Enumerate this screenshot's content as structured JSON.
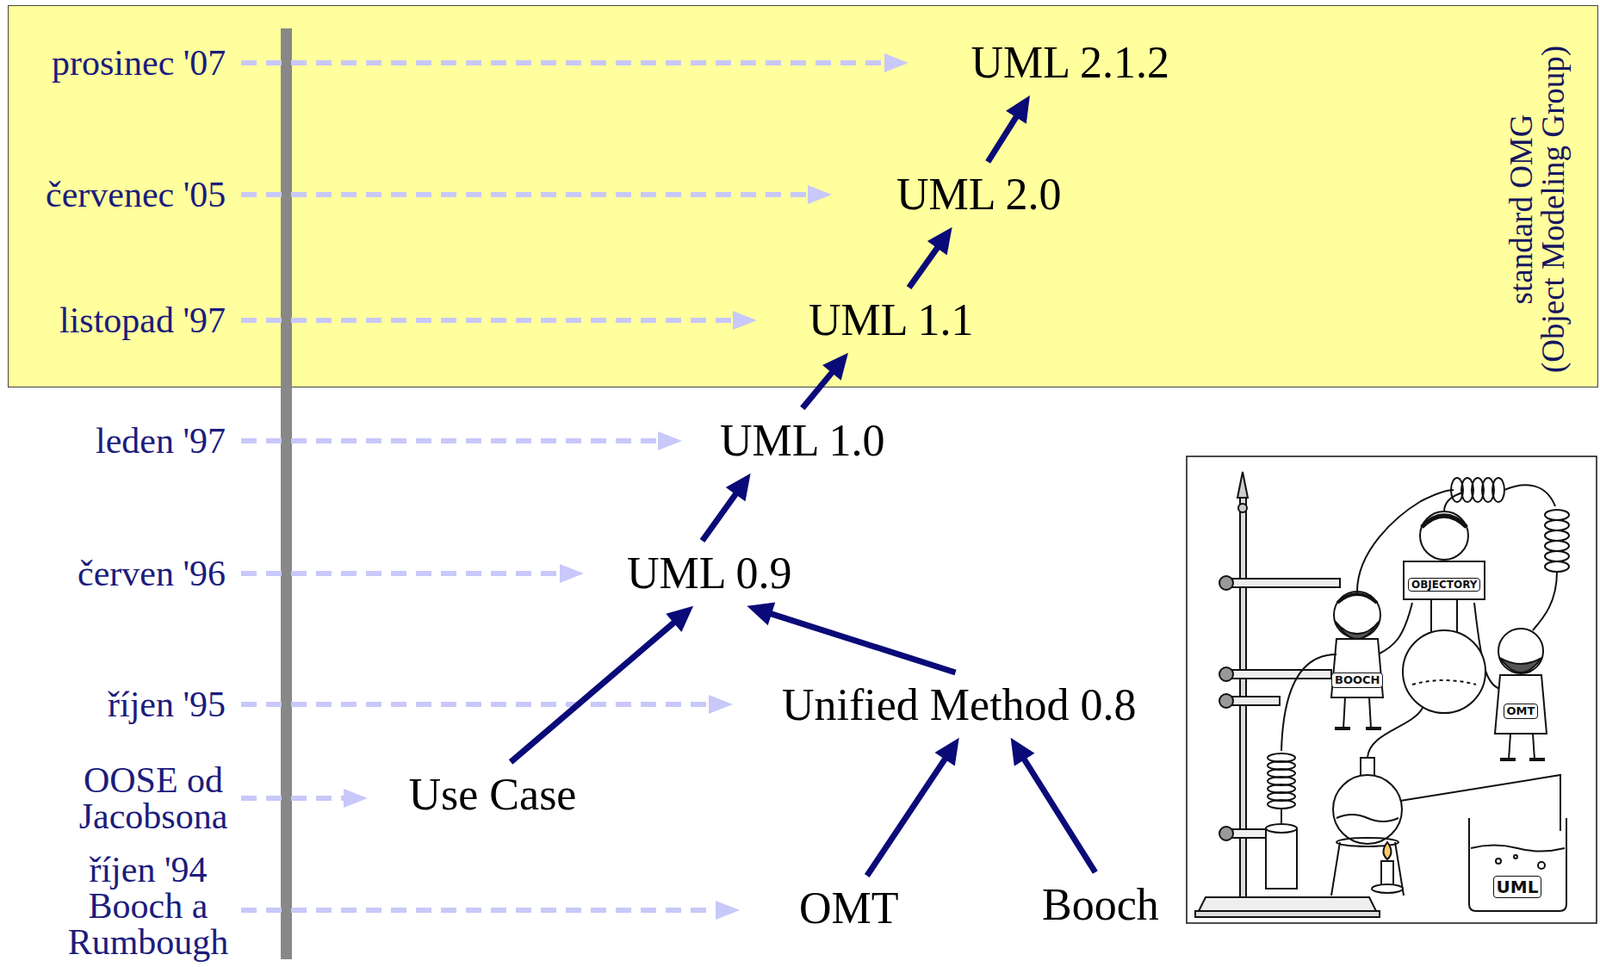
{
  "diagram": {
    "nodes": [
      {
        "text": [
          "standard OMG",
          "(Object Modeling Group)"
        ]
      },
      {
        "text": [
          "UML 2.1.2"
        ],
        "in": 0
      },
      {
        "text": [
          "UML 2.0"
        ],
        "in": 0
      },
      {
        "text": [
          "UML 1.1"
        ],
        "in": 0
      },
      {
        "text": [
          "UML 1.0"
        ]
      },
      {
        "text": [
          "UML 0.9"
        ]
      },
      {
        "text": [
          "Unified Method 0.8"
        ]
      },
      {
        "text": [
          "Use Case"
        ]
      },
      {
        "text": [
          "OMT"
        ]
      },
      {
        "text": [
          "Booch"
        ]
      }
    ],
    "edges": [
      {
        "from": 4,
        "to": 3,
        "arrow": "to"
      },
      {
        "from": 3,
        "to": 2,
        "arrow": "to"
      },
      {
        "from": 2,
        "to": 1,
        "arrow": "to"
      },
      {
        "from": 5,
        "to": 4,
        "arrow": "to"
      },
      {
        "from": 7,
        "to": 5,
        "arrow": "to"
      },
      {
        "from": 6,
        "to": 5,
        "arrow": "to"
      },
      {
        "from": 8,
        "to": 6,
        "arrow": "to"
      },
      {
        "from": 9,
        "to": 6,
        "arrow": "to"
      }
    ],
    "labels": [
      "prosinec '07",
      "červenec '05",
      "listopad '97",
      "leden '97",
      "červen '96",
      "říjen '95",
      "OOSE od Jacobsona",
      "říjen '94 Booch a Rumbough",
      "OBJECTORY",
      "BOOCH",
      "OMT",
      "UML"
    ]
  }
}
